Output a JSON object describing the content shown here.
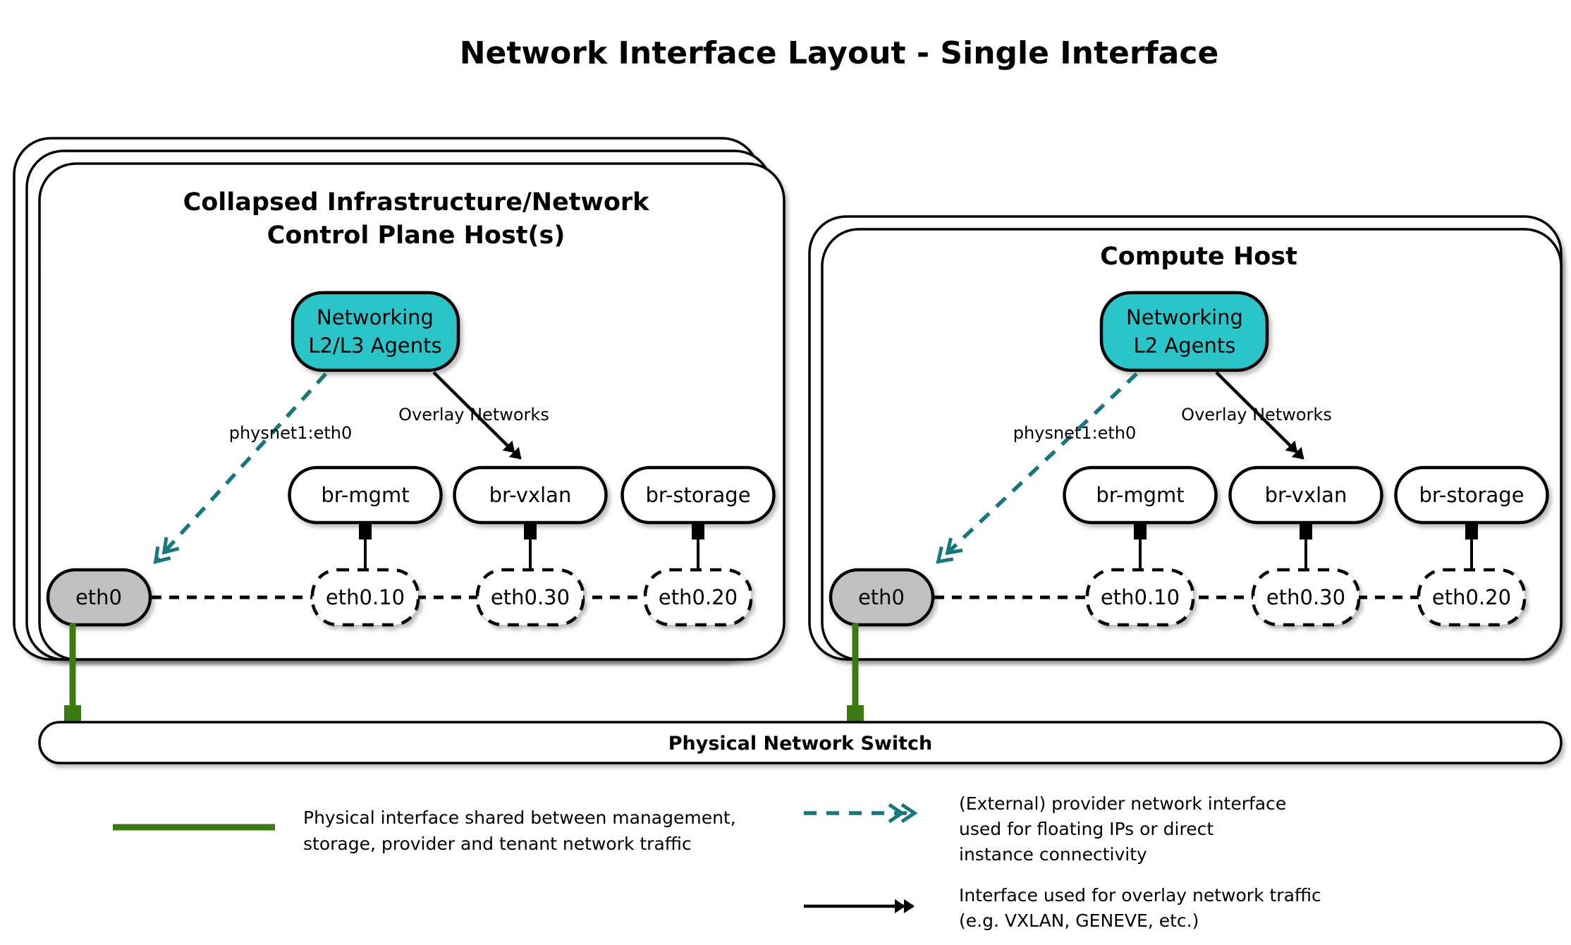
{
  "title": "Network Interface Layout - Single Interface",
  "control_host": {
    "title_line1": "Collapsed Infrastructure/Network",
    "title_line2": "Control Plane Host(s)",
    "agent_line1": "Networking",
    "agent_line2": "L2/L3 Agents",
    "physnet_label": "physnet1:eth0",
    "overlay_label": "Overlay Networks",
    "bridges": [
      "br-mgmt",
      "br-vxlan",
      "br-storage"
    ],
    "eth": "eth0",
    "vlans": [
      "eth0.10",
      "eth0.30",
      "eth0.20"
    ]
  },
  "compute_host": {
    "title": "Compute Host",
    "agent_line1": "Networking",
    "agent_line2": "L2 Agents",
    "physnet_label": "physnet1:eth0",
    "overlay_label": "Overlay Networks",
    "bridges": [
      "br-mgmt",
      "br-vxlan",
      "br-storage"
    ],
    "eth": "eth0",
    "vlans": [
      "eth0.10",
      "eth0.30",
      "eth0.20"
    ]
  },
  "switch": {
    "label": "Physical Network Switch"
  },
  "legend": {
    "physical_line1": "Physical interface shared between management,",
    "physical_line2": "storage, provider and tenant network traffic",
    "provider_line1": "(External) provider network interface",
    "provider_line2": "used for floating IPs or direct",
    "provider_line3": "instance connectivity",
    "overlay_line1": "Interface used for overlay network traffic",
    "overlay_line2": "(e.g. VXLAN, GENEVE, etc.)"
  },
  "colors": {
    "teal_fill": "#2cc5c9",
    "teal_arrow": "#17777c",
    "green": "#3b7a10",
    "eth_gray": "#c0c0c0"
  }
}
